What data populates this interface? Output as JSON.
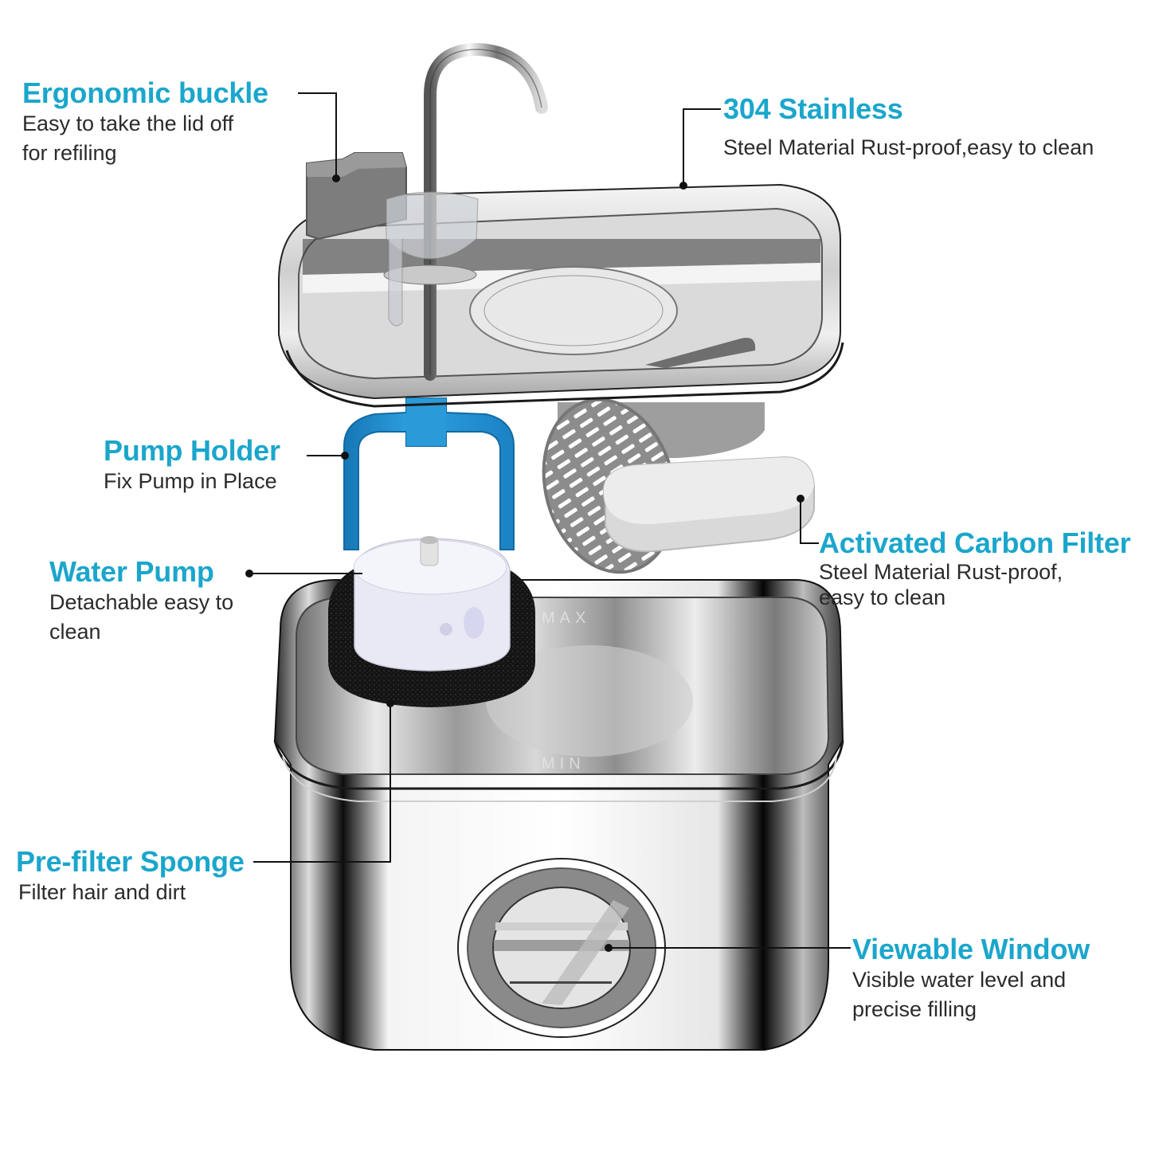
{
  "theme": {
    "accent": "#1ba6cc",
    "text": "#2b2b2b",
    "pump_holder_blue": "#1f8fd0",
    "steel_light": "#f2f2f2",
    "steel_dark": "#1a1a1a",
    "filter_gray": "#8a8a8a",
    "sponge_black": "#151515"
  },
  "callouts": [
    {
      "id": "ergonomic-buckle",
      "title": "Ergonomic buckle",
      "desc": "Easy to take the lid off\nfor refiling"
    },
    {
      "id": "stainless",
      "title": "304 Stainless",
      "desc": "Steel Material Rust-proof,easy to clean"
    },
    {
      "id": "pump-holder",
      "title": "Pump Holder",
      "desc": "Fix Pump in Place"
    },
    {
      "id": "water-pump",
      "title": "Water Pump",
      "desc": "Detachable easy to\nclean"
    },
    {
      "id": "carbon-filter",
      "title": "Activated Carbon Filter",
      "desc": "Steel Material Rust-proof,\neasy to clean"
    },
    {
      "id": "prefilter-sponge",
      "title": "Pre-filter Sponge",
      "desc": "Filter hair and dirt"
    },
    {
      "id": "viewable-window",
      "title": "Viewable Window",
      "desc": "Visible water level and\nprecise filling"
    }
  ],
  "basin_markings": {
    "max": "MAX",
    "min": "MIN"
  }
}
